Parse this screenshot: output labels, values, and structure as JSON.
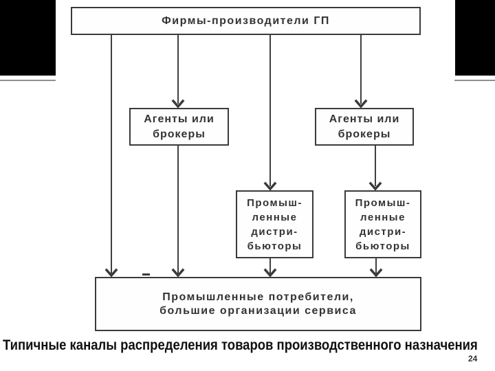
{
  "slide": {
    "caption": "Типичные каналы распределения товаров производственного назначения",
    "page_number": "24"
  },
  "diagram": {
    "nodes": {
      "producers": {
        "lines": [
          "Фирмы-производители ГП"
        ]
      },
      "agents_left": {
        "lines": [
          "Агенты или",
          "брокеры"
        ]
      },
      "agents_right": {
        "lines": [
          "Агенты или",
          "брокеры"
        ]
      },
      "distributors_left": {
        "lines": [
          "Промыш-",
          "ленные",
          "дистри-",
          "бьюторы"
        ]
      },
      "distributors_right": {
        "lines": [
          "Промыш-",
          "ленные",
          "дистри-",
          "бьюторы"
        ]
      },
      "consumers": {
        "lines": [
          "Промышленные потребители,",
          "большие организации сервиса"
        ]
      }
    },
    "edges": [
      {
        "from": "producers",
        "to": "consumers"
      },
      {
        "from": "producers",
        "to": "agents_left"
      },
      {
        "from": "agents_left",
        "to": "consumers"
      },
      {
        "from": "producers",
        "to": "distributors_left"
      },
      {
        "from": "distributors_left",
        "to": "consumers"
      },
      {
        "from": "producers",
        "to": "agents_right"
      },
      {
        "from": "agents_right",
        "to": "distributors_right"
      },
      {
        "from": "distributors_right",
        "to": "consumers"
      }
    ]
  },
  "colors": {
    "diagram_ink": "#3a3a3a",
    "text": "#333333",
    "separator": "#8f8f8f",
    "corner_block": "#000000",
    "background": "#ffffff"
  }
}
